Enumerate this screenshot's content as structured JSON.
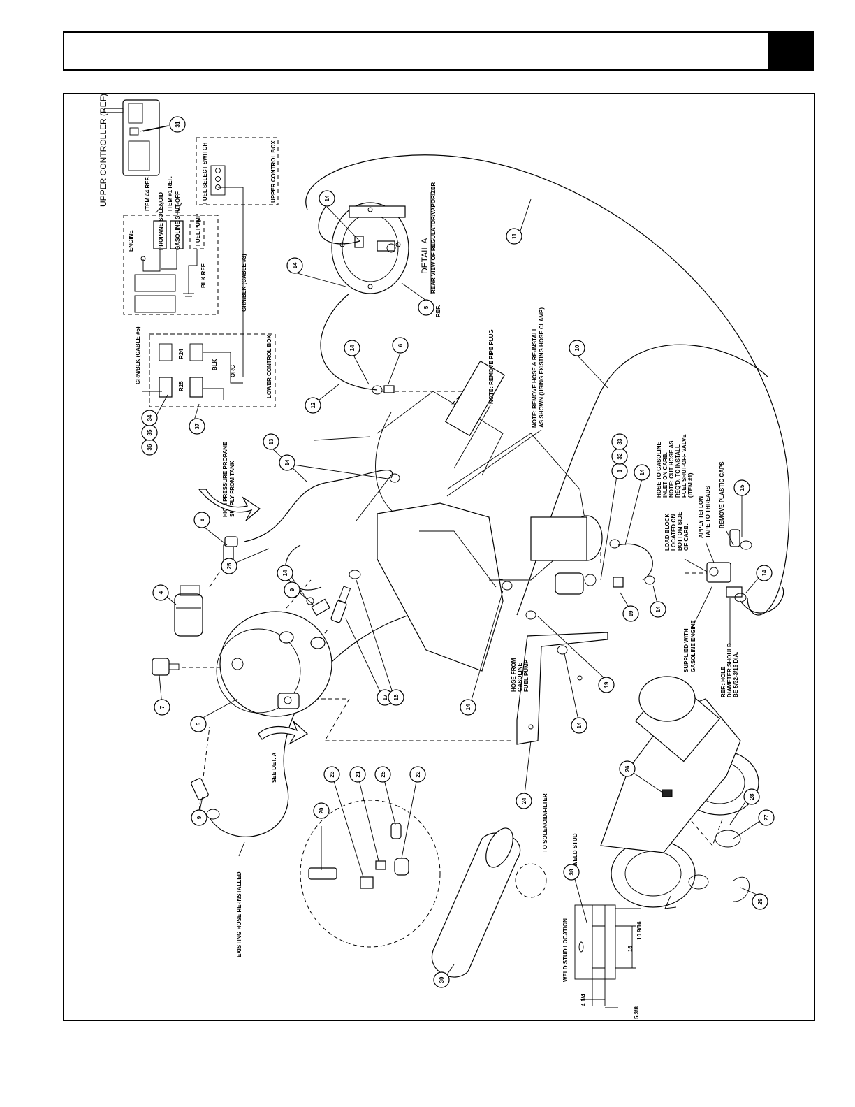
{
  "balloons": [
    {
      "id": "b31",
      "n": "31"
    },
    {
      "id": "b14a",
      "n": "14"
    },
    {
      "id": "b14b",
      "n": "14"
    },
    {
      "id": "b5a",
      "n": "5"
    },
    {
      "id": "b11",
      "n": "11"
    },
    {
      "id": "b14c",
      "n": "14"
    },
    {
      "id": "b6",
      "n": "6"
    },
    {
      "id": "b12",
      "n": "12"
    },
    {
      "id": "b10",
      "n": "10"
    },
    {
      "id": "b13",
      "n": "13"
    },
    {
      "id": "b14d",
      "n": "14"
    },
    {
      "id": "b8",
      "n": "8"
    },
    {
      "id": "b36",
      "n": "36"
    },
    {
      "id": "b35",
      "n": "35"
    },
    {
      "id": "b34",
      "n": "34"
    },
    {
      "id": "b37",
      "n": "37"
    },
    {
      "id": "b25a",
      "n": "25"
    },
    {
      "id": "b14e",
      "n": "14"
    },
    {
      "id": "b9a",
      "n": "9"
    },
    {
      "id": "b4",
      "n": "4"
    },
    {
      "id": "b1",
      "n": "1"
    },
    {
      "id": "b32",
      "n": "32"
    },
    {
      "id": "b33",
      "n": "33"
    },
    {
      "id": "b14f",
      "n": "14"
    },
    {
      "id": "b15a",
      "n": "15"
    },
    {
      "id": "b14g",
      "n": "14"
    },
    {
      "id": "b19a",
      "n": "19"
    },
    {
      "id": "b14h",
      "n": "14"
    },
    {
      "id": "b7",
      "n": "7"
    },
    {
      "id": "b5b",
      "n": "5"
    },
    {
      "id": "b17",
      "n": "17"
    },
    {
      "id": "b15b",
      "n": "15"
    },
    {
      "id": "b14i",
      "n": "14"
    },
    {
      "id": "b19b",
      "n": "19"
    },
    {
      "id": "b14j",
      "n": "14"
    },
    {
      "id": "b9b",
      "n": "9"
    },
    {
      "id": "b20",
      "n": "20"
    },
    {
      "id": "b23",
      "n": "23"
    },
    {
      "id": "b21",
      "n": "21"
    },
    {
      "id": "b25b",
      "n": "25"
    },
    {
      "id": "b22",
      "n": "22"
    },
    {
      "id": "b24",
      "n": "24"
    },
    {
      "id": "b26",
      "n": "26"
    },
    {
      "id": "b28",
      "n": "28"
    },
    {
      "id": "b27",
      "n": "27"
    },
    {
      "id": "b29",
      "n": "29"
    },
    {
      "id": "b38",
      "n": "38"
    },
    {
      "id": "b30",
      "n": "30"
    }
  ],
  "labels": {
    "upper_controller": "UPPER CONTROLLER (REF)",
    "fuel_select_switch": "FUEL SELECT SWITCH",
    "upper_control_box": "UPPER CONTROL BOX",
    "engine": "ENGINE",
    "propane_solenoid": "PROPANE SOLENOID",
    "gasoline_shutoff": "GASOLINE SHUT-OFF",
    "fuel_pump": "FUEL PUMP",
    "item4_ref": "ITEM #4 REF.",
    "item1_ref": "ITEM #1 REF.",
    "blk_ref": "BLK REF",
    "grn_blk_cable3": "GRN/BLK (CABLE #3)",
    "grn_blk_cable5": "GRN/BLK (CABLE #5)",
    "r24": "R24",
    "r25": "R25",
    "blk": "BLK",
    "org": "ORG",
    "lower_control_box": "LOWER CONTROL BOX",
    "detail_a": "DETAIL A",
    "detail_a_sub": "REAR VIEW OF REGULATOR/VAPORIZER",
    "ref": "REF.",
    "note_pipe_plug": "NOTE: REMOVE PIPE PLUG",
    "note_hose_1": "NOTE: REMOVE HOSE & RE-INSTALL",
    "note_hose_2": "AS SHOWN (USING EXISTING HOSE CLAMP)",
    "hi_press_1": "HIGH PRESSURE PROPANE",
    "hi_press_2": "SUPPLY FROM TANK",
    "gas_inlet_1": "HOSE TO GASOLINE",
    "gas_inlet_2": "INLET ON CARB.",
    "gas_inlet_3": "NOTE: CUT HOSE AS",
    "gas_inlet_4": "REQ'D. TO INSTALL",
    "gas_inlet_5": "FUEL SHUT-OFF VALVE",
    "gas_inlet_6": "(ITEM #1)",
    "load_block_1": "LOAD BLOCK",
    "load_block_2": "LOCATED ON",
    "load_block_3": "BOTTOM SIDE",
    "load_block_4": "OF CARB.",
    "teflon_1": "APPLY TEFLON",
    "teflon_2": "TAPE TO THREADS",
    "plastic_caps": "REMOVE PLASTIC CAPS",
    "supplied_1": "SUPPLIED WITH",
    "supplied_2": "GASOLINE ENGINE",
    "ref_hole_1": "REF.: HOLE",
    "ref_hole_2": "DIAMETER SHOULD",
    "ref_hole_3": "BE 5/32-3/16 DIA.",
    "hose_pump_1": "HOSE FROM",
    "hose_pump_2": "GASOLINE",
    "hose_pump_3": "FUEL PUMP",
    "see_det_a": "SEE DET. A",
    "existing_hose": "EXISTING HOSE RE-INSTALLED",
    "to_solenoid": "TO SOLENOID/FILTER",
    "weld_stud": "WELD STUD",
    "weld_stud_location": "WELD STUD LOCATION",
    "dim_10_9_16": "10 9/16",
    "dim_16": "16",
    "dim_4_1_4": "4 1/4",
    "dim_5_3_8": "5 3/8"
  }
}
